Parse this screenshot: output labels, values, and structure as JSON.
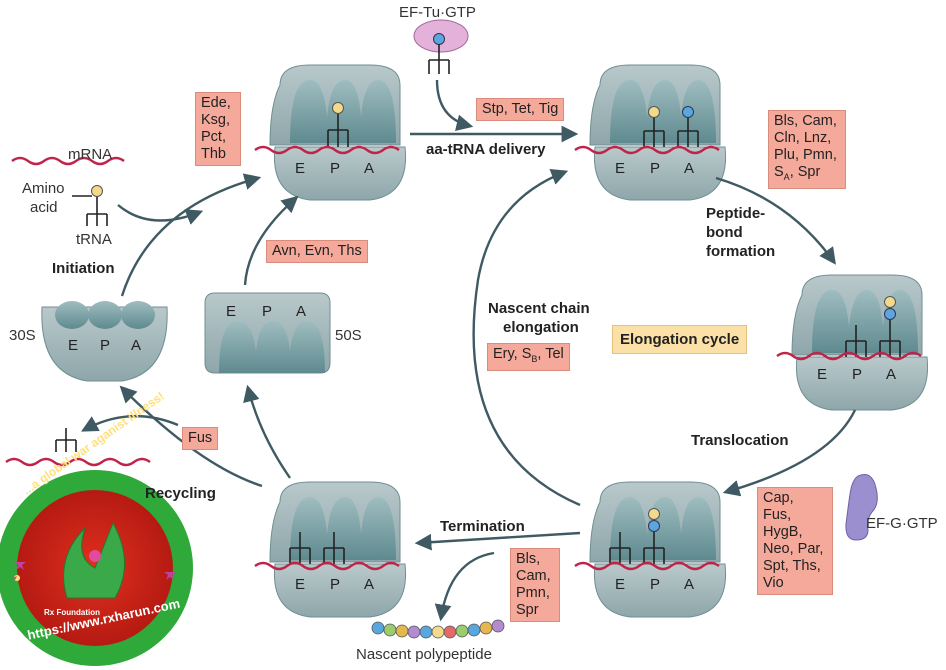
{
  "top_label": "EF-Tu·GTP",
  "side_label": "EF-G·GTP",
  "mrna_label": "mRNA",
  "amino_label_1": "Amino",
  "amino_label_2": "acid",
  "trna_label": "tRNA",
  "subunit_30s": "30S",
  "subunit_50s": "50S",
  "site_e": "E",
  "site_p": "P",
  "site_a": "A",
  "steps": {
    "initiation": "Initiation",
    "delivery": "aa-tRNA delivery",
    "peptide_1": "Peptide-",
    "peptide_2": "bond",
    "peptide_3": "formation",
    "translocation": "Translocation",
    "termination": "Termination",
    "recycling": "Recycling",
    "nascent_1": "Nascent chain",
    "nascent_2": "elongation",
    "cycle": "Elongation cycle"
  },
  "drugs": {
    "initiation": [
      "Ede,",
      "Ksg,",
      "Pct,",
      "Thb"
    ],
    "delivery": "Stp, Tet, Tig",
    "peptide": [
      "Bls, Cam,",
      "Cln, Lnz,",
      "Plu, Pmn,",
      "S",
      "A",
      ", Spr"
    ],
    "subunit_join": "Avn, Evn, Ths",
    "elongation": [
      "Ery, S",
      "B",
      ", Tel"
    ],
    "recycling": "Fus",
    "translocation": [
      "Cap,",
      "Fus,",
      "HygB,",
      "Neo, Par,",
      "Spt, Ths,",
      "Vio"
    ],
    "termination": [
      "Bls,",
      "Cam,",
      "Pmn,",
      "Spr"
    ]
  },
  "polypeptide_label": "Nascent polypeptide",
  "watermark": {
    "text_top": "...a global war aganist illness!",
    "text_bottom": "https://www.rxharun.com",
    "org": "Rx Foundation"
  },
  "colors": {
    "ribosome": "#a9bcbf",
    "ribosome_dark": "#6f8f93",
    "mrna": "#c0234a",
    "drug_box": "#f4a99a",
    "cycle_box": "#fbe0a8",
    "arrow": "#3f5a63"
  }
}
